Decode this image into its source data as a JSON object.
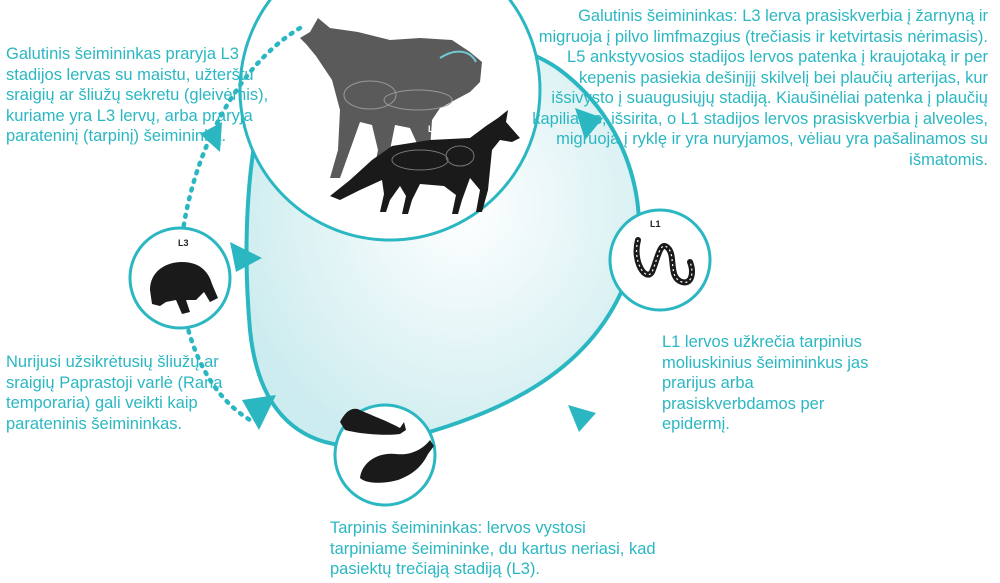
{
  "labels": {
    "l5": "L5",
    "l1": "L1",
    "l3": "L3"
  },
  "texts": {
    "final_host": "Galutinis šeimininkas: L3 lerva prasiskverbia į žarnyną ir migruoja į pilvo limfmazgius (trečiasis ir ketvirtasis nėrimasis). L5 ankstyvosios stadijos lervos patenka į kraujotaką ir per kepenis pasiekia dešinįjį skilvelį bei plaučių arterijas, kur išsivysto į suaugusiųjų stadiją. Kiaušinėliai patenka į plaučių kapiliarus, išsirita, o L1 stadijos lervos prasiskverbia į alveoles, migruoja į ryklę ir yra nuryjamos, vėliau yra pašalinamos su išmatomis.",
    "final_host_eats": "Galutinis šeimininkas praryja L3 stadijos lervas su maistu, užterštu sraigių ar šliužų sekretu (gleivėmis), kuriame yra L3 lervų, arba praryja parateninį (tarpinį) šeimininką.",
    "paratenic_host": "Nurijusi užsikrėtusių šliužų ar sraigių Paprastoji varlė (Rana temporaria) gali veikti kaip parateninis šeimininkas.",
    "l1_infects": "L1 lervos užkrečia tarpinius moliuskinius šeimininkus jas prarijus arba prasiskverbdamos per epidermį.",
    "intermediate_host": "Tarpinis šeimininkas: lervos vystosi tarpiniame šeimininke, du kartus neriasi, kad pasiektų trečiąją stadiją (L3)."
  },
  "icons": [
    "wolf-icon",
    "fox-icon",
    "worm-larva-icon",
    "slug-icon",
    "snail-icon",
    "frog-icon"
  ],
  "colors": {
    "accent": "#2bb7c2",
    "fill_light": "#dff3f5",
    "silhouette_dark": "#1a1a1a",
    "silhouette_grey": "#5a5a5a"
  }
}
